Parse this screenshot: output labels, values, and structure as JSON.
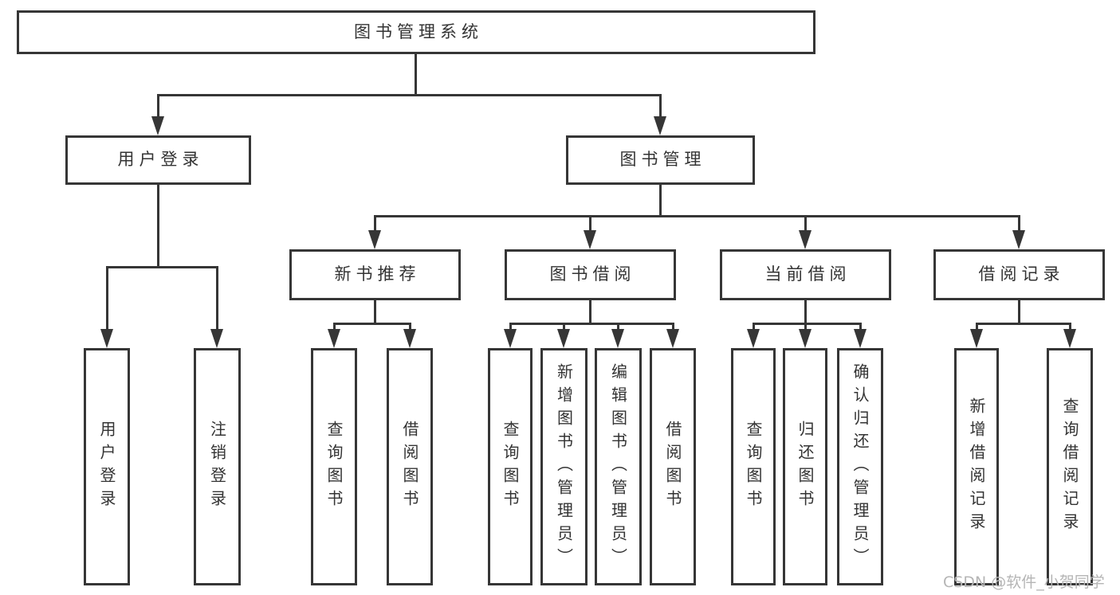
{
  "diagram_type": "hierarchy-flowchart",
  "colors": {
    "line": "#363636",
    "box_background": "#ffffff",
    "text": "#333333",
    "watermark": "#b5b5b5"
  },
  "tree": {
    "label": "图书管理系统",
    "children": [
      {
        "label": "用户登录",
        "children": [
          {
            "label": "用户登录"
          },
          {
            "label": "注销登录"
          }
        ]
      },
      {
        "label": "图书管理",
        "children": [
          {
            "label": "新书推荐",
            "children": [
              {
                "label": "查询图书"
              },
              {
                "label": "借阅图书"
              }
            ]
          },
          {
            "label": "图书借阅",
            "children": [
              {
                "label": "查询图书"
              },
              {
                "label": "新增图书（管理员）"
              },
              {
                "label": "编辑图书（管理员）"
              },
              {
                "label": "借阅图书"
              }
            ]
          },
          {
            "label": "当前借阅",
            "children": [
              {
                "label": "查询图书"
              },
              {
                "label": "归还图书"
              },
              {
                "label": "确认归还（管理员）"
              }
            ]
          },
          {
            "label": "借阅记录",
            "children": [
              {
                "label": "新增借阅记录"
              },
              {
                "label": "查询借阅记录"
              }
            ]
          }
        ]
      }
    ]
  },
  "watermark": {
    "text": "CSDN @软件_小贺同学"
  }
}
